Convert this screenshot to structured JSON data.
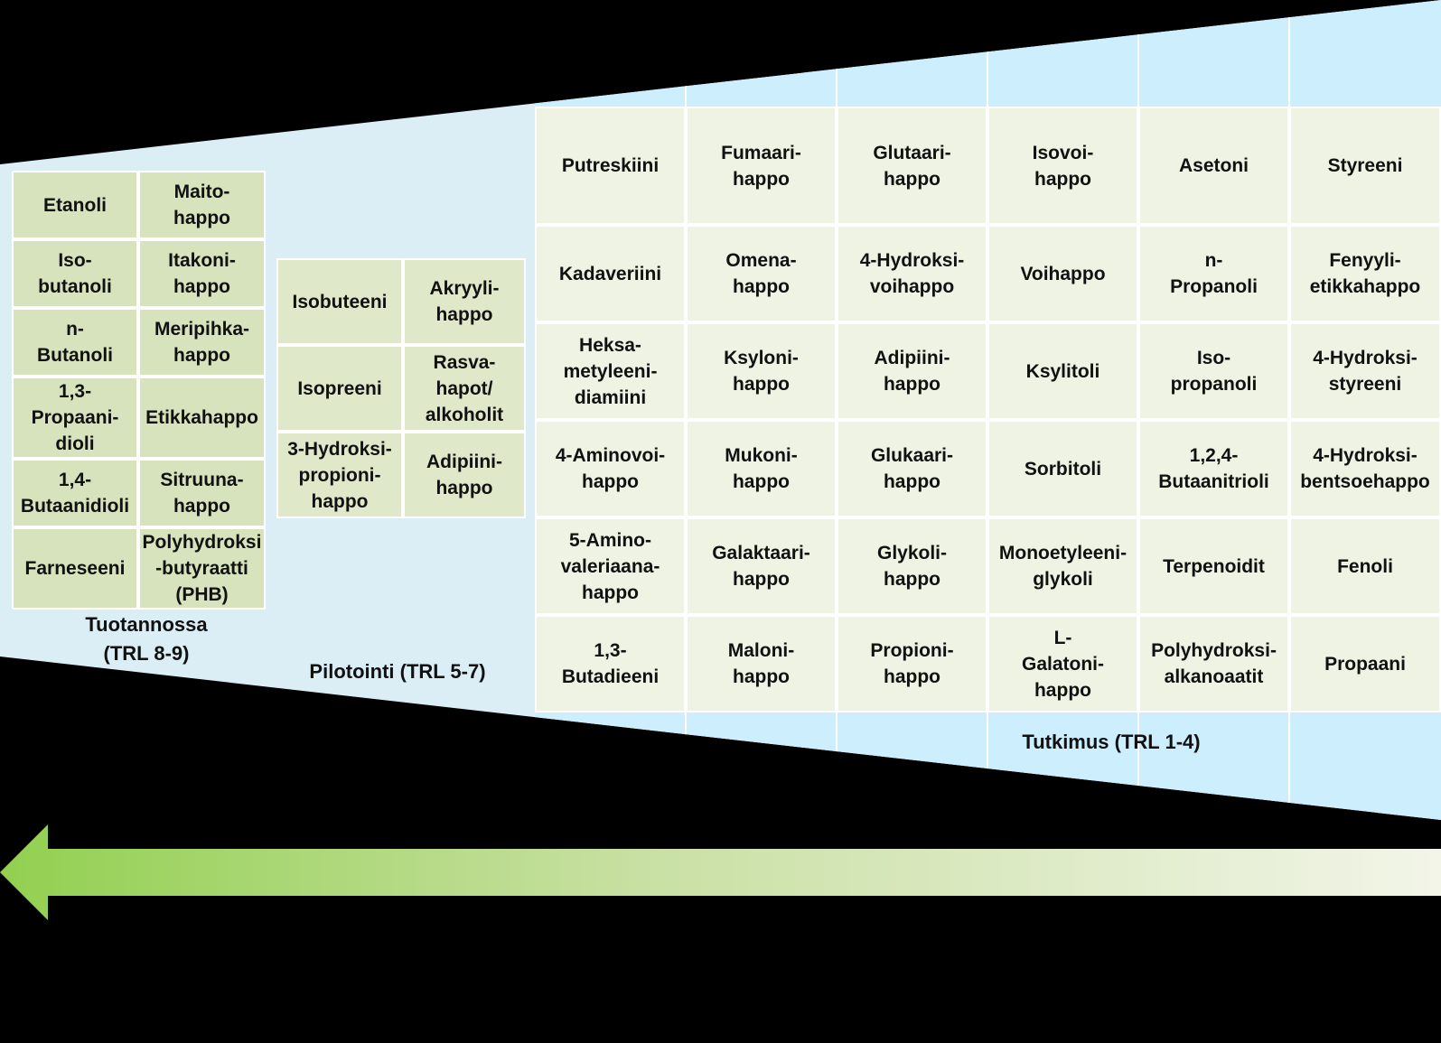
{
  "colors": {
    "background": "#000000",
    "funnel_fill": "#dbeef6",
    "research_band": "#cdeefd",
    "production_cell": "#d6e3bc",
    "pilot_cell": "#dfe9c9",
    "research_cell": "#eef3e3",
    "arrow_start": "#92d050",
    "arrow_end": "#f2f5e8"
  },
  "stages": {
    "production": {
      "label": "Tuotannossa\n(TRL 8-9)",
      "rows": [
        [
          "Etanoli",
          "Maito-\nhappo"
        ],
        [
          "Iso-\nbutanoli",
          "Itakoni-\nhappo"
        ],
        [
          "n-\nButanoli",
          "Meripihka-\nhappo"
        ],
        [
          "1,3-\nPropaani-\ndioli",
          "Etikkahappo"
        ],
        [
          "1,4-\nButaanidioli",
          "Sitruuna-\nhappo"
        ],
        [
          "Farneseeni",
          "Polyhydroksi\n-butyraatti\n(PHB)"
        ]
      ]
    },
    "pilot": {
      "label": "Pilotointi (TRL 5-7)",
      "rows": [
        [
          "Isobuteeni",
          "Akryyli-\nhappo"
        ],
        [
          "Isopreeni",
          "Rasva-\nhapot/\nalkoholit"
        ],
        [
          "3-Hydroksi-\npropioni-\nhappo",
          "Adipiini-\nhappo"
        ]
      ]
    },
    "research": {
      "label": "Tutkimus (TRL 1-4)",
      "rows": [
        [
          "Putreskiini",
          "Fumaari-\nhappo",
          "Glutaari-\nhappo",
          "Isovoi-\nhappo",
          "Asetoni",
          "Styreeni"
        ],
        [
          "Kadaveriini",
          "Omena-\nhappo",
          "4-Hydroksi-\nvoihappo",
          "Voihappo",
          "n-\nPropanoli",
          "Fenyyli-\netikkahappo"
        ],
        [
          "Heksa-\nmetyleeni-\ndiamiini",
          "Ksyloni-\nhappo",
          "Adipiini-\nhappo",
          "Ksylitoli",
          "Iso-\npropanoli",
          "4-Hydroksi-\nstyreeni"
        ],
        [
          "4-Aminovoi-\nhappo",
          "Mukoni-\nhappo",
          "Glukaari-\nhappo",
          "Sorbitoli",
          "1,2,4-\nButaanitrioli",
          "4-Hydroksi-\nbentsoehappo"
        ],
        [
          "5-Amino-\nvaleriaana-\nhappo",
          "Galaktaari-\nhappo",
          "Glykoli-\nhappo",
          "Monoetyleeni-\nglykoli",
          "Terpenoidit",
          "Fenoli"
        ],
        [
          "1,3-\nButadieeni",
          "Maloni-\nhappo",
          "Propioni-\nhappo",
          "L-\nGalatoni-\nhappo",
          "Polyhydroksi-\nalkanoaatit",
          "Propaani"
        ]
      ]
    }
  }
}
